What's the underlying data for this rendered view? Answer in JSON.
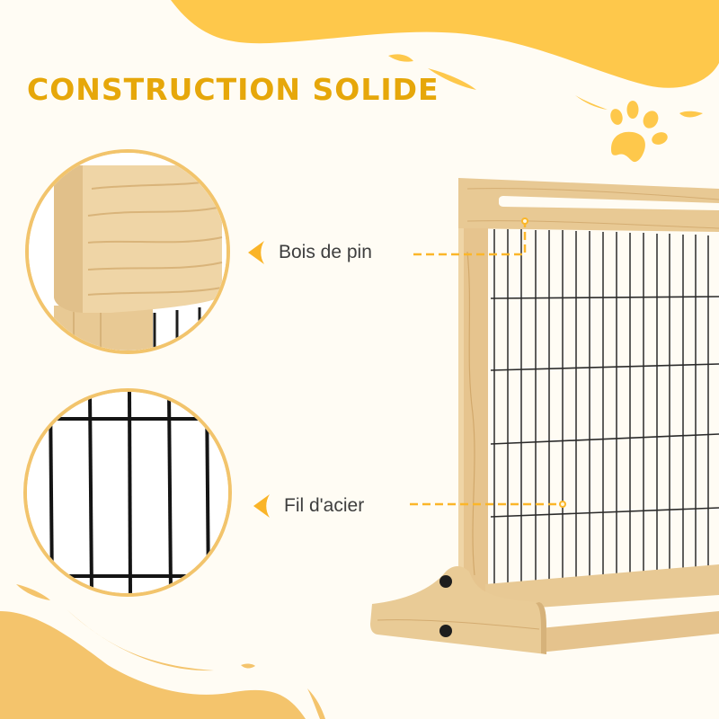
{
  "title": "CONSTRUCTION SOLIDE",
  "callouts": [
    {
      "label": "Bois de pin",
      "icon": "arrow-left-icon"
    },
    {
      "label": "Fil d'acier",
      "icon": "arrow-left-icon"
    }
  ],
  "colors": {
    "background": "#fffcf4",
    "title": "#e6a70a",
    "accent_yellow": "#fec84b",
    "accent_soft": "#f4c46c",
    "label_text": "#3e3e3e",
    "wood": "#e8c994",
    "wire": "#2b2b2b"
  },
  "decor": {
    "paw_icon": "paw-print-icon"
  }
}
